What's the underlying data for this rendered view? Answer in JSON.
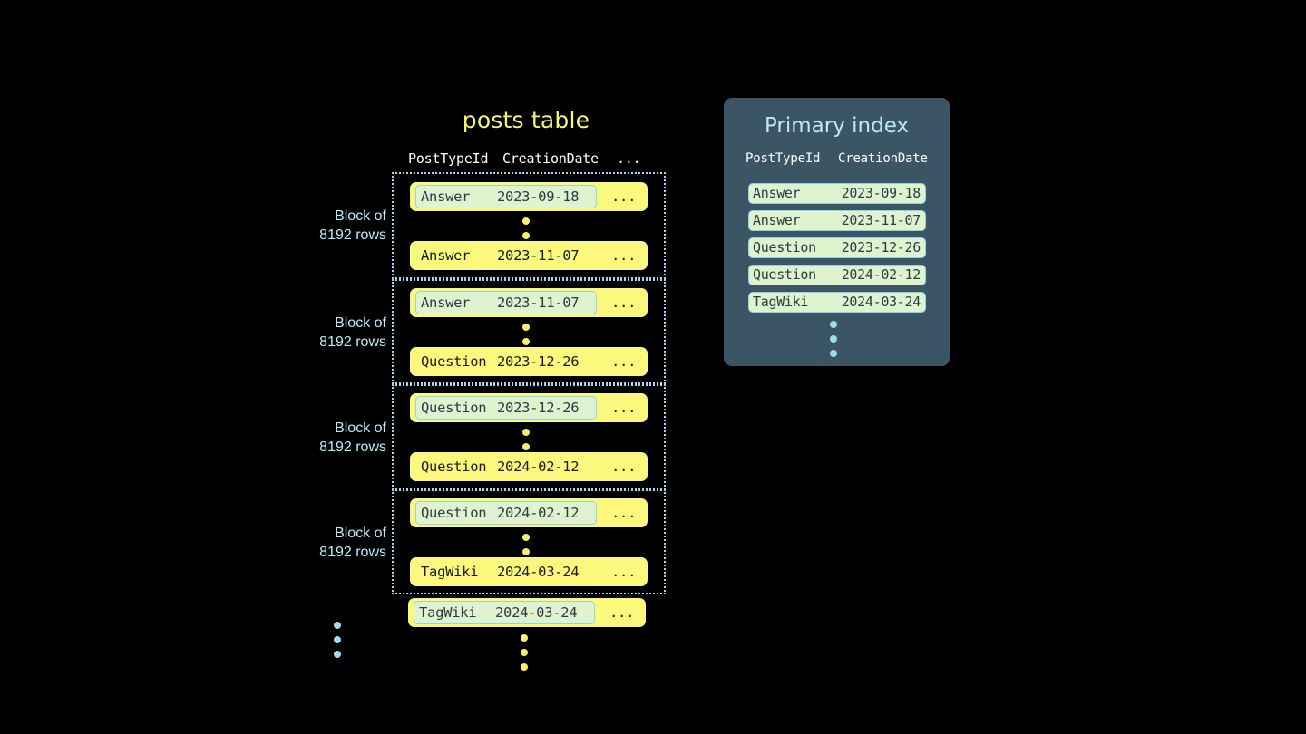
{
  "background_color": "#000000",
  "colors": {
    "row_yellow": "#fbf87e",
    "highlight_fill": "#dff3cf",
    "highlight_border": "#8fd3e8",
    "index_panel": "#3c5564",
    "accent_cyan": "#b7eef8",
    "title_yellow": "#f7f56e",
    "block_border": "#9fd8ee"
  },
  "posts_table": {
    "title": "posts table",
    "columns": [
      "PostTypeId",
      "CreationDate",
      "..."
    ],
    "ellipsis_cell": "...",
    "blocks": [
      {
        "label_line1": "Block of",
        "label_line2": "8192 rows",
        "first_row": {
          "post_type_id": "Answer",
          "creation_date": "2023-09-18",
          "highlighted": true
        },
        "last_row": {
          "post_type_id": "Answer",
          "creation_date": "2023-11-07",
          "highlighted": false
        }
      },
      {
        "label_line1": "Block of",
        "label_line2": "8192 rows",
        "first_row": {
          "post_type_id": "Answer",
          "creation_date": "2023-11-07",
          "highlighted": true
        },
        "last_row": {
          "post_type_id": "Question",
          "creation_date": "2023-12-26",
          "highlighted": false
        }
      },
      {
        "label_line1": "Block of",
        "label_line2": "8192 rows",
        "first_row": {
          "post_type_id": "Question",
          "creation_date": "2023-12-26",
          "highlighted": true
        },
        "last_row": {
          "post_type_id": "Question",
          "creation_date": "2024-02-12",
          "highlighted": false
        }
      },
      {
        "label_line1": "Block of",
        "label_line2": "8192 rows",
        "first_row": {
          "post_type_id": "Question",
          "creation_date": "2024-02-12",
          "highlighted": true
        },
        "last_row": {
          "post_type_id": "TagWiki",
          "creation_date": "2024-03-24",
          "highlighted": false
        }
      }
    ],
    "trailing_row": {
      "post_type_id": "TagWiki",
      "creation_date": "2024-03-24",
      "highlighted": true
    }
  },
  "primary_index": {
    "title": "Primary index",
    "columns": [
      "PostTypeId",
      "CreationDate"
    ],
    "rows": [
      {
        "post_type_id": "Answer",
        "creation_date": "2023-09-18"
      },
      {
        "post_type_id": "Answer",
        "creation_date": "2023-11-07"
      },
      {
        "post_type_id": "Question",
        "creation_date": "2023-12-26"
      },
      {
        "post_type_id": "Question",
        "creation_date": "2024-02-12"
      },
      {
        "post_type_id": "TagWiki",
        "creation_date": "2024-03-24"
      }
    ]
  }
}
